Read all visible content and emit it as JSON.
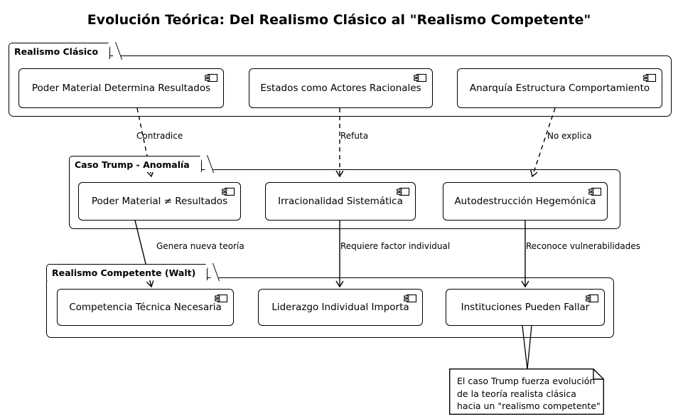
{
  "title": "Evolución Teórica: Del Realismo Clásico al \"Realismo Competente\"",
  "packages": [
    {
      "name": "Realismo Clásico",
      "components": [
        {
          "label": "Poder Material Determina Resultados",
          "icon": "uml-component-icon"
        },
        {
          "label": "Estados como Actores Racionales",
          "icon": "uml-component-icon"
        },
        {
          "label": "Anarquía Estructura Comportamiento",
          "icon": "uml-component-icon"
        }
      ]
    },
    {
      "name": "Caso Trump - Anomalía",
      "components": [
        {
          "label": "Poder Material ≠ Resultados",
          "icon": "uml-component-icon"
        },
        {
          "label": "Irracionalidad Sistemática",
          "icon": "uml-component-icon"
        },
        {
          "label": "Autodestrucción Hegemónica",
          "icon": "uml-component-icon"
        }
      ]
    },
    {
      "name": "Realismo Competente (Walt)",
      "components": [
        {
          "label": "Competencia Técnica Necesaria",
          "icon": "uml-component-icon"
        },
        {
          "label": "Liderazgo Individual Importa",
          "icon": "uml-component-icon"
        },
        {
          "label": "Instituciones Pueden Fallar",
          "icon": "uml-component-icon"
        }
      ]
    }
  ],
  "edges": [
    {
      "label": "Contradice",
      "style": "dashed",
      "from": "Poder Material Determina Resultados",
      "to": "Poder Material ≠ Resultados"
    },
    {
      "label": "Refuta",
      "style": "dashed",
      "from": "Estados como Actores Racionales",
      "to": "Irracionalidad Sistemática"
    },
    {
      "label": "No explica",
      "style": "dashed",
      "from": "Anarquía Estructura Comportamiento",
      "to": "Autodestrucción Hegemónica"
    },
    {
      "label": "Genera nueva teoría",
      "style": "solid",
      "from": "Poder Material ≠ Resultados",
      "to": "Competencia Técnica Necesaria"
    },
    {
      "label": "Requiere factor individual",
      "style": "solid",
      "from": "Irracionalidad Sistemática",
      "to": "Liderazgo Individual Importa"
    },
    {
      "label": "Reconoce vulnerabilidades",
      "style": "solid",
      "from": "Autodestrucción Hegemónica",
      "to": "Instituciones Pueden Fallar"
    }
  ],
  "note": {
    "line1": "El caso Trump fuerza evolución",
    "line2": "de la teoría realista clásica",
    "line3": "hacia un \"realismo competente\"",
    "attached_to": "Instituciones Pueden Fallar"
  },
  "colors": {
    "stroke": "#000000",
    "background": "#ffffff",
    "text": "#000000"
  }
}
